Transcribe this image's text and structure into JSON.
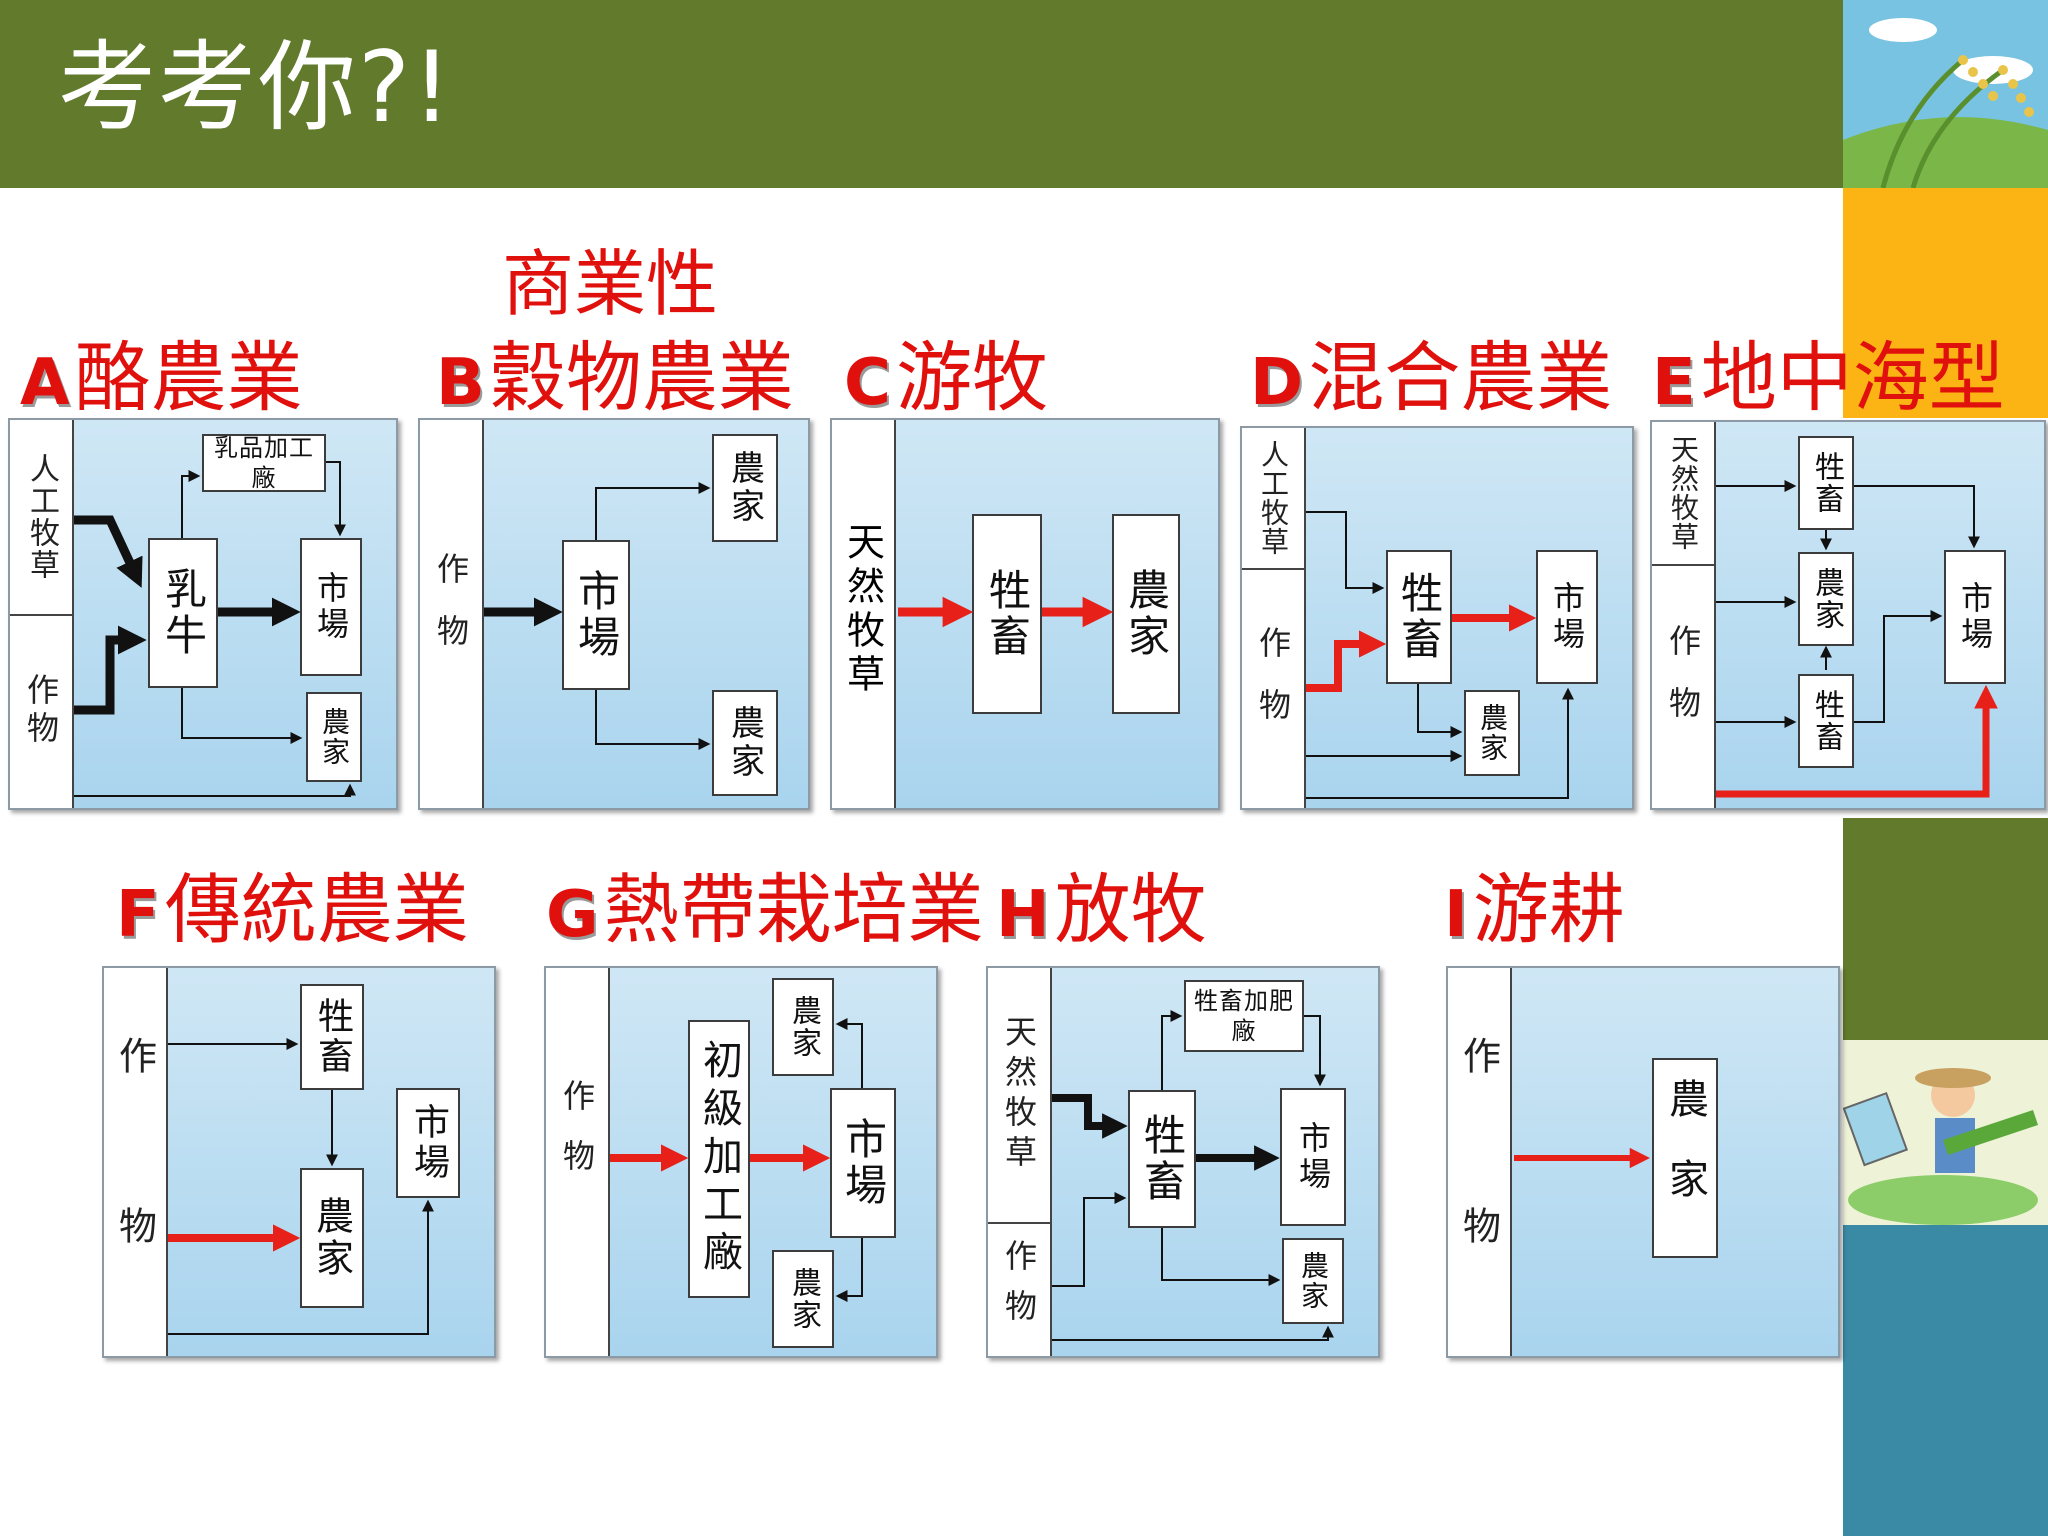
{
  "title": "考考你?!",
  "theme": {
    "header": "#617a2b",
    "label_red": "#e0100d",
    "red_arrow": "#e8201a",
    "panel": "#bfe0f3"
  },
  "side_decor": [
    "rice-plant-icon",
    "farmer-icon"
  ],
  "subtitle_b": "商業性",
  "panels": {
    "A": {
      "letter": "A",
      "name": "酪農業",
      "inputs": [
        "人工牧草",
        "作物"
      ],
      "boxes": [
        "乳品加工廠",
        "乳牛",
        "市場",
        "農家"
      ]
    },
    "B": {
      "letter": "B",
      "name": "穀物農業",
      "inputs": [
        "作物"
      ],
      "boxes": [
        "市場",
        "農家",
        "農家"
      ]
    },
    "C": {
      "letter": "C",
      "name": "游牧",
      "inputs": [
        "天然牧草"
      ],
      "boxes": [
        "牲畜",
        "農家"
      ]
    },
    "D": {
      "letter": "D",
      "name": "混合農業",
      "inputs": [
        "人工牧草",
        "作物"
      ],
      "boxes": [
        "牲畜",
        "市場",
        "農家"
      ]
    },
    "E": {
      "letter": "E",
      "name": "地中海型",
      "inputs": [
        "天然牧草",
        "作物"
      ],
      "boxes": [
        "牲畜",
        "農家",
        "牲畜",
        "市場"
      ]
    },
    "F": {
      "letter": "F",
      "name": "傳統農業",
      "inputs": [
        "作",
        "物"
      ],
      "boxes": [
        "牲畜",
        "農家",
        "市場"
      ]
    },
    "G": {
      "letter": "G",
      "name": "熱帶栽培業",
      "inputs": [
        "作",
        "物"
      ],
      "boxes": [
        "初級加工廠",
        "市場",
        "農家",
        "農家"
      ]
    },
    "H": {
      "letter": "H",
      "name": "放牧",
      "inputs": [
        "天然牧草",
        "作物"
      ],
      "boxes": [
        "牲畜加肥廠",
        "牲畜",
        "市場",
        "農家"
      ]
    },
    "I": {
      "letter": "I",
      "name": "游耕",
      "inputs": [
        "作",
        "物"
      ],
      "boxes": [
        "農家"
      ]
    }
  }
}
